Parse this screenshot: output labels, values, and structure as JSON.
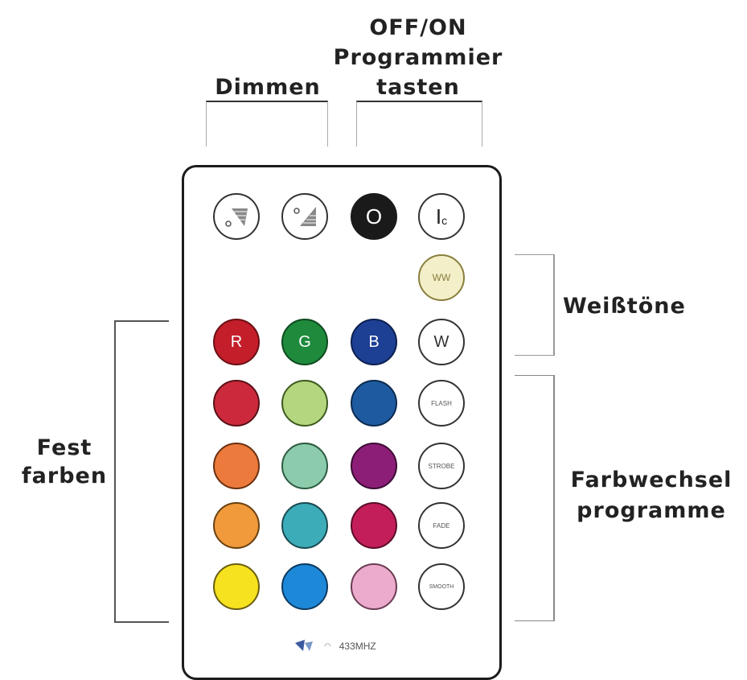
{
  "labels": {
    "dimmen": "Dimmen",
    "off_on": "OFF/ON",
    "programmier_1": "Programmier",
    "programmier_2": "tasten",
    "weisstoene": "Weißtöne",
    "fest_1": "Fest",
    "fest_2": "farben",
    "farbwechsel_1": "Farbwechsel",
    "farbwechsel_2": "programme"
  },
  "buttons": {
    "off": "O",
    "on": "I",
    "on_sub": "c",
    "ww": "WW",
    "r": "R",
    "g": "G",
    "b": "B",
    "w": "W",
    "flash": "FLASH",
    "strobe": "STROBE",
    "fade": "FADE",
    "smooth": "SMOOTH"
  },
  "footer": {
    "frequency": "433MHZ"
  },
  "colors": {
    "red": "#c41e2a",
    "green": "#1f8a3c",
    "blue": "#1d3f94",
    "warm_white": "#f3efc9",
    "col1": [
      "#cc2a3c",
      "#ec7a3c",
      "#f09a3c",
      "#f6e21e"
    ],
    "col2": [
      "#b4d67e",
      "#8cccac",
      "#3cacb8",
      "#1e88d8"
    ],
    "col3": [
      "#1e5aa0",
      "#8c1e78",
      "#c41e5a",
      "#ecaacc"
    ]
  }
}
